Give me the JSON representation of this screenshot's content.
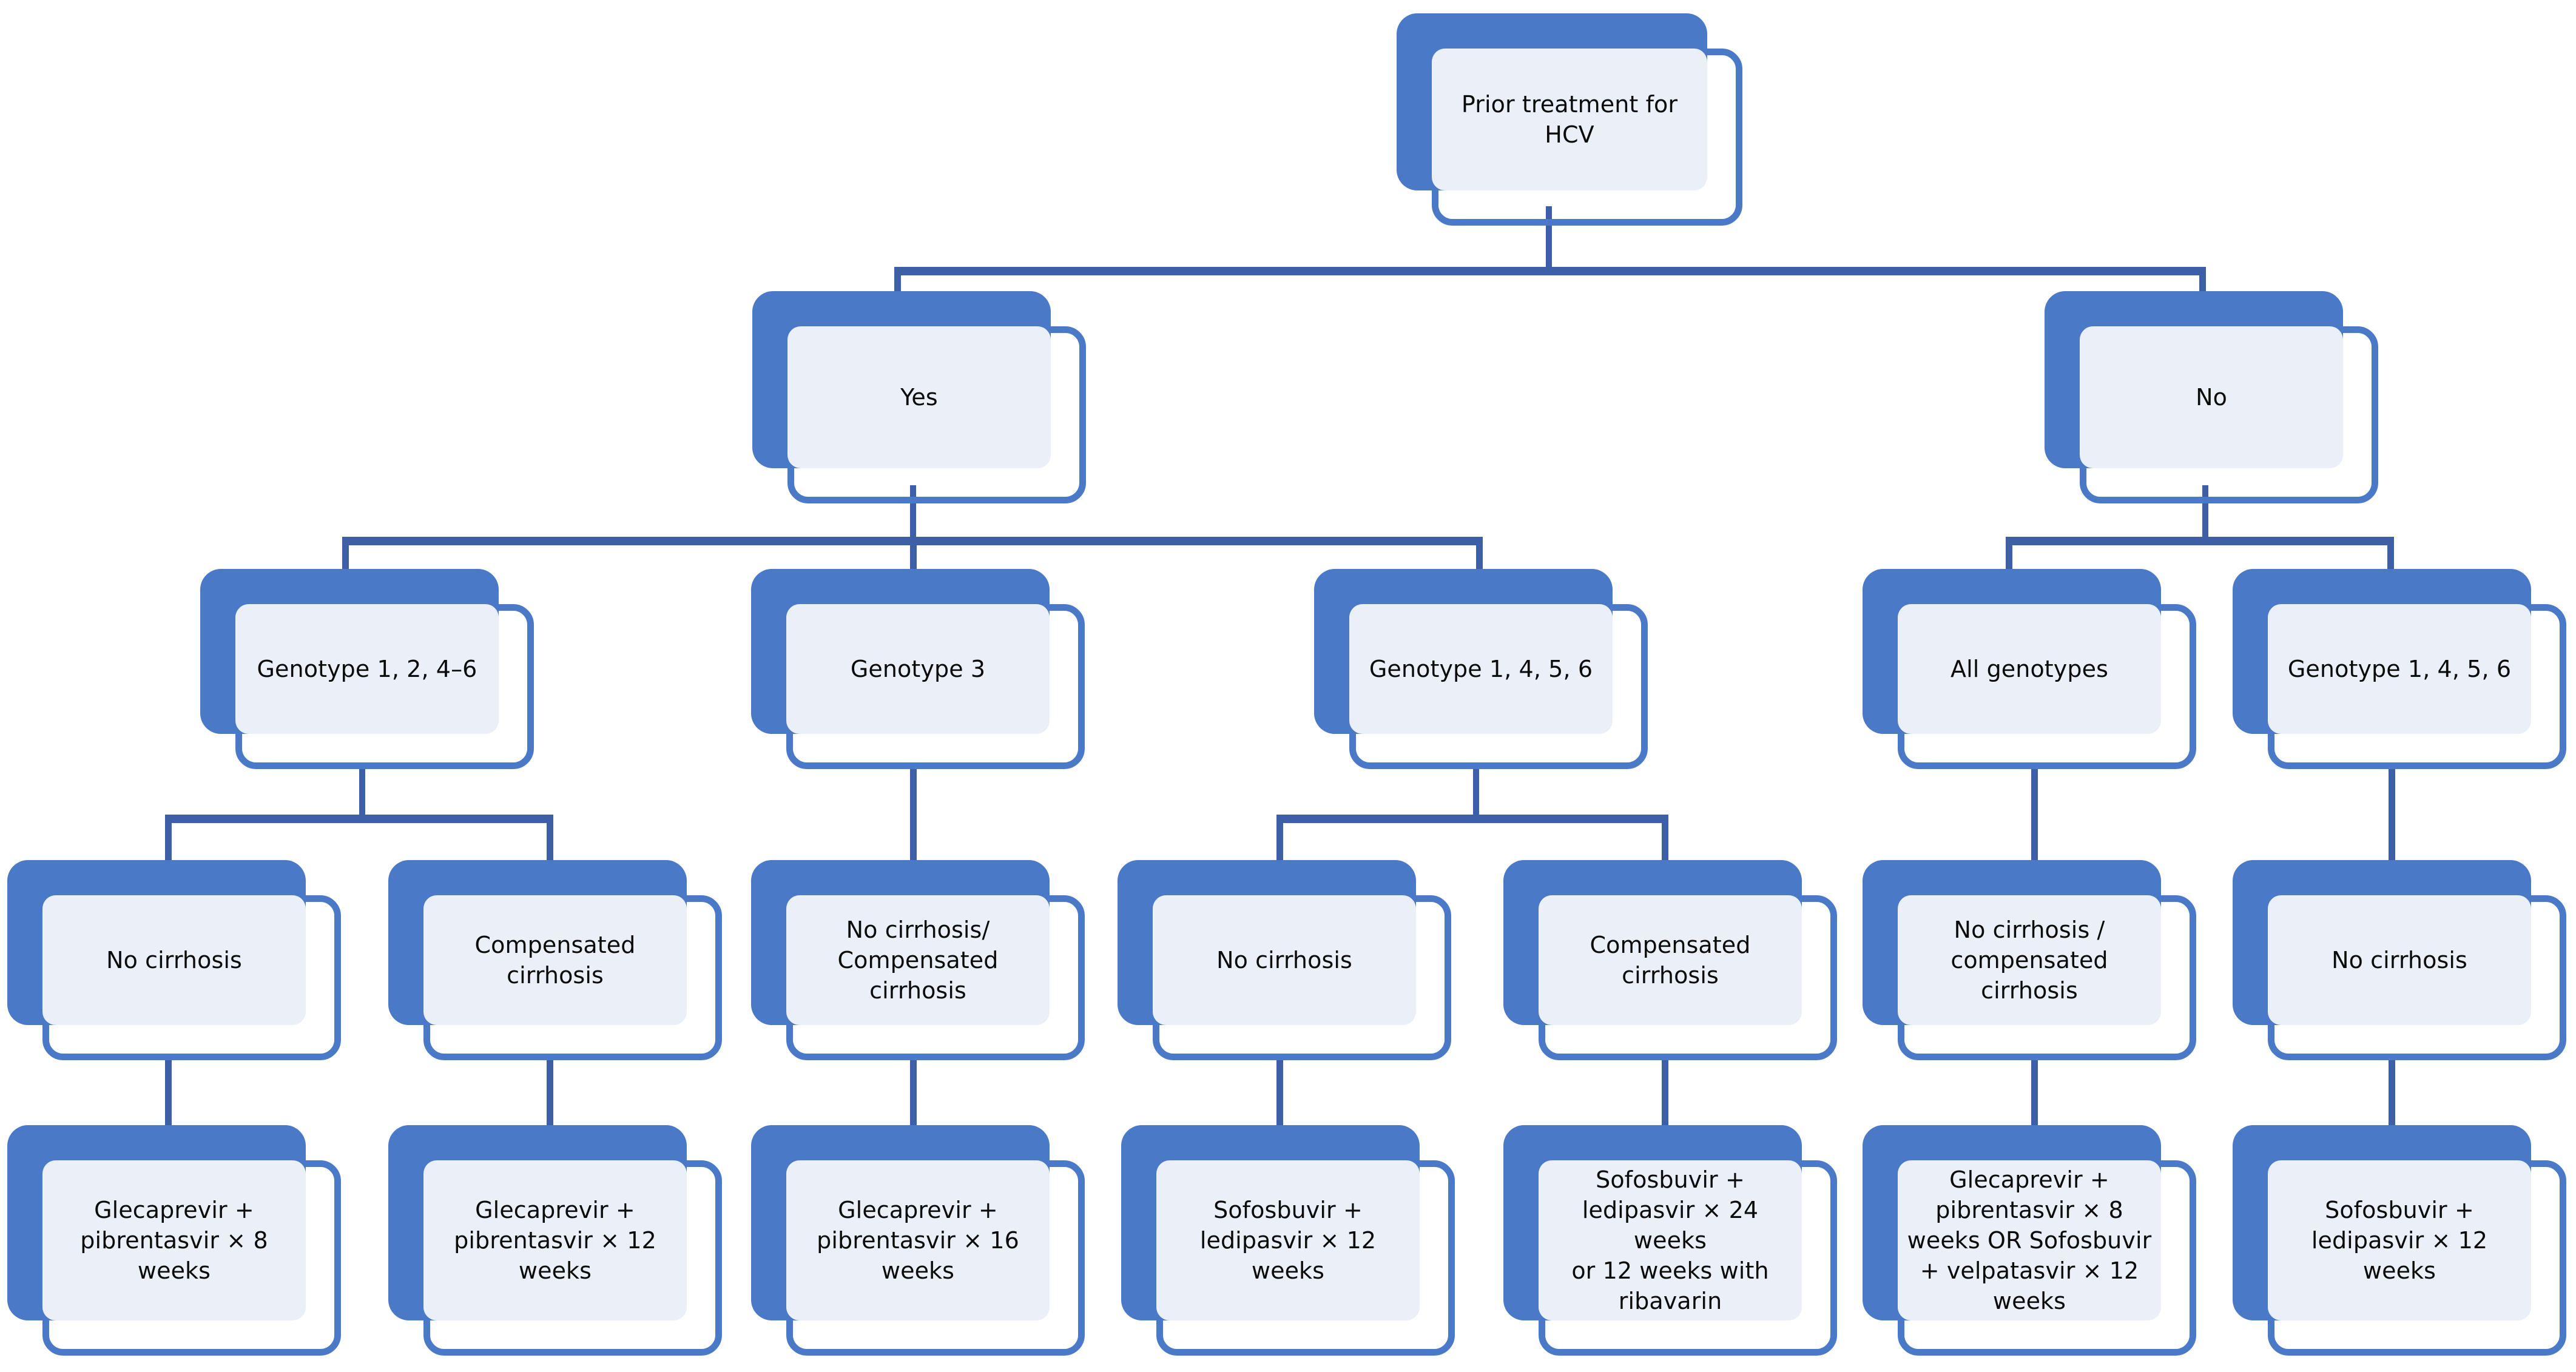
{
  "diagram": {
    "title": "HCV treatment decision flowchart",
    "colors": {
      "plate": "#4A7AC7",
      "card_border": "#4A7AC7",
      "card_fill": "#EAEFF8",
      "connector": "#3C5FA5",
      "text": "#0B0B0B",
      "background": "#FFFFFF"
    },
    "nodes": {
      "root": "Prior treatment for\nHCV",
      "yes": "Yes",
      "no": "No",
      "genotype_1_2_4_6": "Genotype 1, 2, 4–6",
      "genotype_3": "Genotype 3",
      "genotype_1_4_5_6_yes": "Genotype 1, 4, 5, 6",
      "all_genotypes": "All genotypes",
      "genotype_1_4_5_6_no": "Genotype 1, 4, 5, 6",
      "no_cirrhosis_a": "No cirrhosis",
      "compensated_cirrhosis_a": "Compensated\ncirrhosis",
      "no_or_compensated_cirrhosis_b": "No cirrhosis/\nCompensated\ncirrhosis",
      "no_cirrhosis_c": "No cirrhosis",
      "compensated_cirrhosis_c": "Compensated\ncirrhosis",
      "no_or_compensated_cirrhosis_d": "No cirrhosis /\ncompensated\ncirrhosis",
      "no_cirrhosis_e": "No cirrhosis",
      "treatment_a": "Glecaprevir +\npibrentasvir × 8\nweeks",
      "treatment_b": "Glecaprevir +\npibrentasvir × 12\nweeks",
      "treatment_c": "Glecaprevir +\npibrentasvir × 16\nweeks",
      "treatment_d": "Sofosbuvir +\nledipasvir × 12 weeks",
      "treatment_e": "Sofosbuvir +\nledipasvir × 24 weeks\nor 12 weeks with\nribavarin",
      "treatment_f": "Glecaprevir +\npibrentasvir × 8\nweeks OR Sofosbuvir\n+ velpatasvir × 12\nweeks",
      "treatment_g": "Sofosbuvir +\nledipasvir × 12 weeks"
    }
  }
}
